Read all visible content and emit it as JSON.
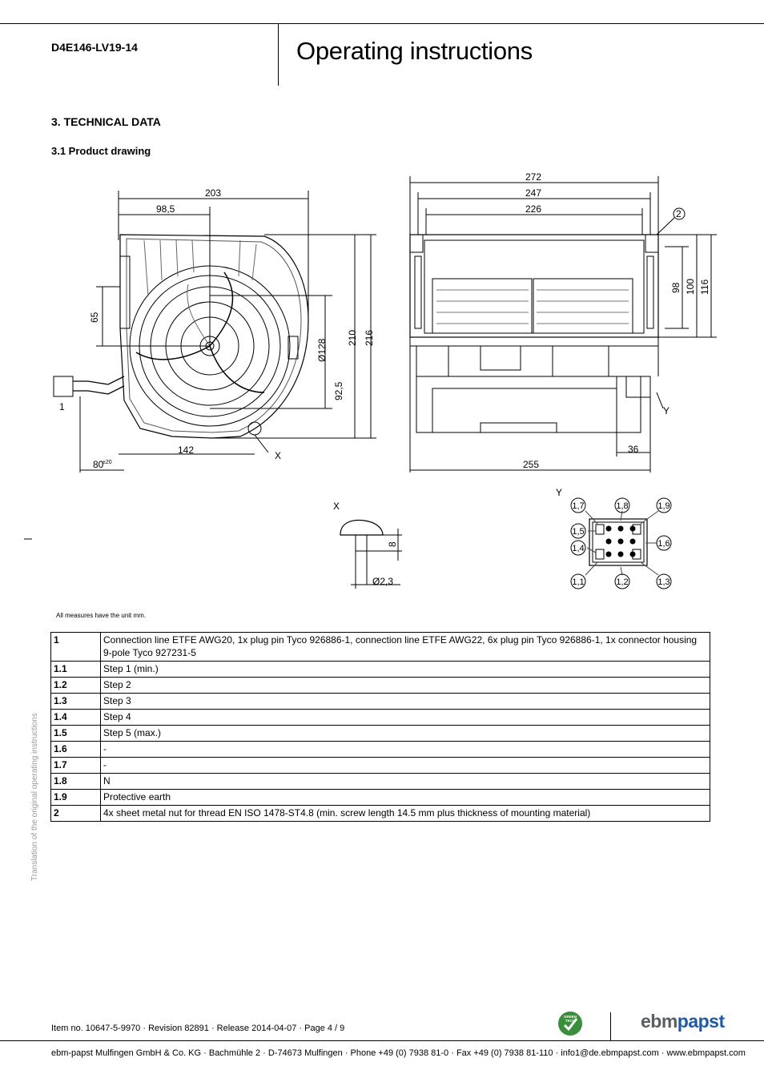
{
  "header": {
    "doc_id": "D4E146-LV19-14",
    "title": "Operating instructions"
  },
  "section": {
    "heading": "3. TECHNICAL DATA",
    "subheading": "3.1 Product drawing"
  },
  "drawing": {
    "front_dims": {
      "d203": "203",
      "d98_5": "98,5",
      "d65": "65",
      "d210": "210",
      "d216": "216",
      "d128": "Ø128",
      "d92_5": "92,5",
      "d142": "142",
      "d80": "80",
      "d80_tol": "±20",
      "marker_x": "X",
      "callout_1": "1"
    },
    "side_dims": {
      "d272": "272",
      "d247": "247",
      "d226": "226",
      "d98": "98",
      "d100": "100",
      "d116": "116",
      "d36": "36",
      "d255": "255",
      "marker_y": "Y",
      "callout_2": "2"
    },
    "detail_x": {
      "title": "X",
      "d8": "8",
      "d2_3": "Ø2,3"
    },
    "detail_y": {
      "title": "Y",
      "pins": [
        "1,7",
        "1,8",
        "1,9",
        "1,5",
        "1,4",
        "1,6",
        "1,1",
        "1,2",
        "1,3"
      ]
    },
    "units_note": "All measures have the unit mm."
  },
  "legend": [
    {
      "key": "1",
      "value": "Connection line ETFE AWG20, 1x plug pin Tyco 926886-1, connection line ETFE AWG22, 6x plug pin Tyco 926886-1, 1x connector housing 9-pole Tyco 927231-5"
    },
    {
      "key": "1.1",
      "value": "Step 1 (min.)"
    },
    {
      "key": "1.2",
      "value": "Step 2"
    },
    {
      "key": "1.3",
      "value": "Step 3"
    },
    {
      "key": "1.4",
      "value": "Step 4"
    },
    {
      "key": "1.5",
      "value": "Step 5 (max.)"
    },
    {
      "key": "1.6",
      "value": "-"
    },
    {
      "key": "1.7",
      "value": "-"
    },
    {
      "key": "1.8",
      "value": "N"
    },
    {
      "key": "1.9",
      "value": "Protective earth"
    },
    {
      "key": "2",
      "value": "4x sheet metal nut for thread EN ISO 1478-ST4.8 (min. screw length 14.5 mm plus thickness of mounting material)"
    }
  ],
  "side_note": "Translation of the original operating instructions",
  "footer": {
    "item_line": "Item no. 10647-5-9970 · Revision 82891 · Release 2014-04-07 · Page 4 / 9",
    "company_line": "ebm-papst Mulfingen GmbH & Co. KG · Bachmühle 2 · D-74673 Mulfingen · Phone +49 (0) 7938 81-0 · Fax +49 (0) 7938 81-110 · info1@de.ebmpapst.com · www.ebmpapst.com",
    "brand_ebm": "ebm",
    "brand_papst": "papst",
    "badge_line1": "GREEN",
    "badge_line2": "TECH"
  }
}
